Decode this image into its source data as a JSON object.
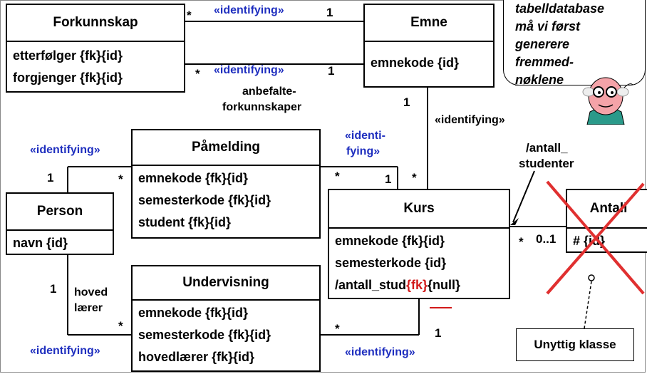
{
  "classes": {
    "forkunnskap": {
      "name": "Forkunnskap",
      "attrs": [
        "etterfølger {fk}{id}",
        "forgjenger {fk}{id}"
      ]
    },
    "emne": {
      "name": "Emne",
      "attrs": [
        "emnekode {id}"
      ]
    },
    "pamelding": {
      "name": "Påmelding",
      "attrs": [
        "emnekode {fk}{id}",
        "semesterkode {fk}{id}",
        "student {fk}{id}"
      ]
    },
    "person": {
      "name": "Person",
      "attrs": [
        "navn {id}"
      ]
    },
    "kurs": {
      "name": "Kurs",
      "attrs": [
        "emnekode {fk}{id}",
        "semesterkode {id}"
      ],
      "attr3_prefix": "/antall_stud",
      "attr3_fk": "{fk}",
      "attr3_suffix": "{null}"
    },
    "undervisning": {
      "name": "Undervisning",
      "attrs": [
        "emnekode {fk}{id}",
        "semesterkode {fk}{id}",
        "hovedlærer {fk}{id}"
      ]
    },
    "antall": {
      "name": "Antall",
      "attrs": [
        "# {id}"
      ]
    }
  },
  "labels": {
    "stereotype": "«identifying»",
    "identi": "«identi-",
    "fying": "fying»",
    "anbefalte1": "anbefalte-",
    "anbefalte2": "forkunnskaper",
    "antall1": "/antall_",
    "antall2": "studenter",
    "hoved": "hoved",
    "laerer": "lærer"
  },
  "mult": {
    "one": "1",
    "many": "*",
    "zero_one": "0..1"
  },
  "bubble_lines": [
    "tabelldatabase",
    "må vi først",
    "generere",
    "fremmed-",
    "nøklene"
  ],
  "note": "Unyttig klasse",
  "colors": {
    "stereotype": "#1f2fbf",
    "accent_red": "#d21a1a"
  }
}
